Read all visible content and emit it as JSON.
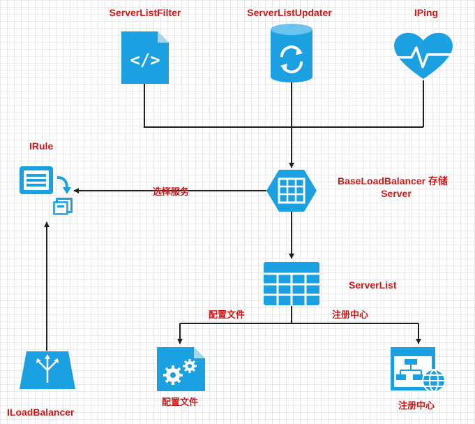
{
  "nodes": {
    "server_list_filter": "ServerListFilter",
    "server_list_updater": "ServerListUpdater",
    "iping": "IPing",
    "irule": "IRule",
    "base_load_balancer_line1": "BaseLoadBalancer 存储",
    "base_load_balancer_line2": "Server",
    "server_list": "ServerList",
    "iload_balancer": "ILoadBalancer",
    "config_file": "配置文件",
    "registry": "注册中心"
  },
  "edges": {
    "select_service": "选择服务",
    "config_file": "配置文件",
    "registry": "注册中心"
  },
  "icons": {
    "server_list_filter": "code-file-icon",
    "server_list_updater": "sync-database-icon",
    "iping": "heartbeat-icon",
    "irule": "rule-list-icon",
    "base_load_balancer": "hexagon-grid-icon",
    "server_list": "table-icon",
    "iload_balancer": "load-balancer-icon",
    "config_file": "gear-file-icon",
    "registry": "sitemap-globe-icon"
  },
  "colors": {
    "icon": "#1ba1e2",
    "label": "#d01818",
    "line": "#1f1f1f"
  }
}
